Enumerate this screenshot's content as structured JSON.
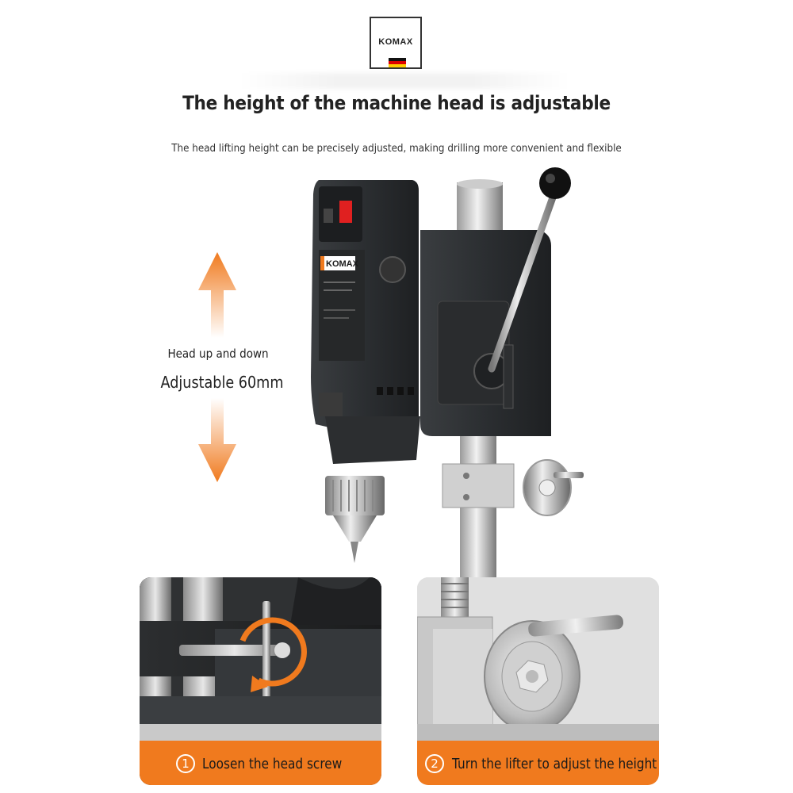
{
  "logo": {
    "brand": "KOMAX",
    "flag_colors": [
      "#111111",
      "#dd0000",
      "#ffcc00"
    ]
  },
  "header": {
    "title": "The height of the machine head is adjustable",
    "subtitle": "The head lifting height can be precisely adjusted, making drilling more convenient and flexible"
  },
  "annotation": {
    "line1": "Head up and down",
    "line2": "Adjustable 60mm",
    "arrow_color": "#f07a1e"
  },
  "product": {
    "brand_label": "KOMAX"
  },
  "steps": [
    {
      "num": "1",
      "label": "Loosen the head screw"
    },
    {
      "num": "2",
      "label": "Turn the lifter to adjust the height"
    }
  ],
  "colors": {
    "accent": "#f07a1e",
    "machine": "#2e3134"
  }
}
